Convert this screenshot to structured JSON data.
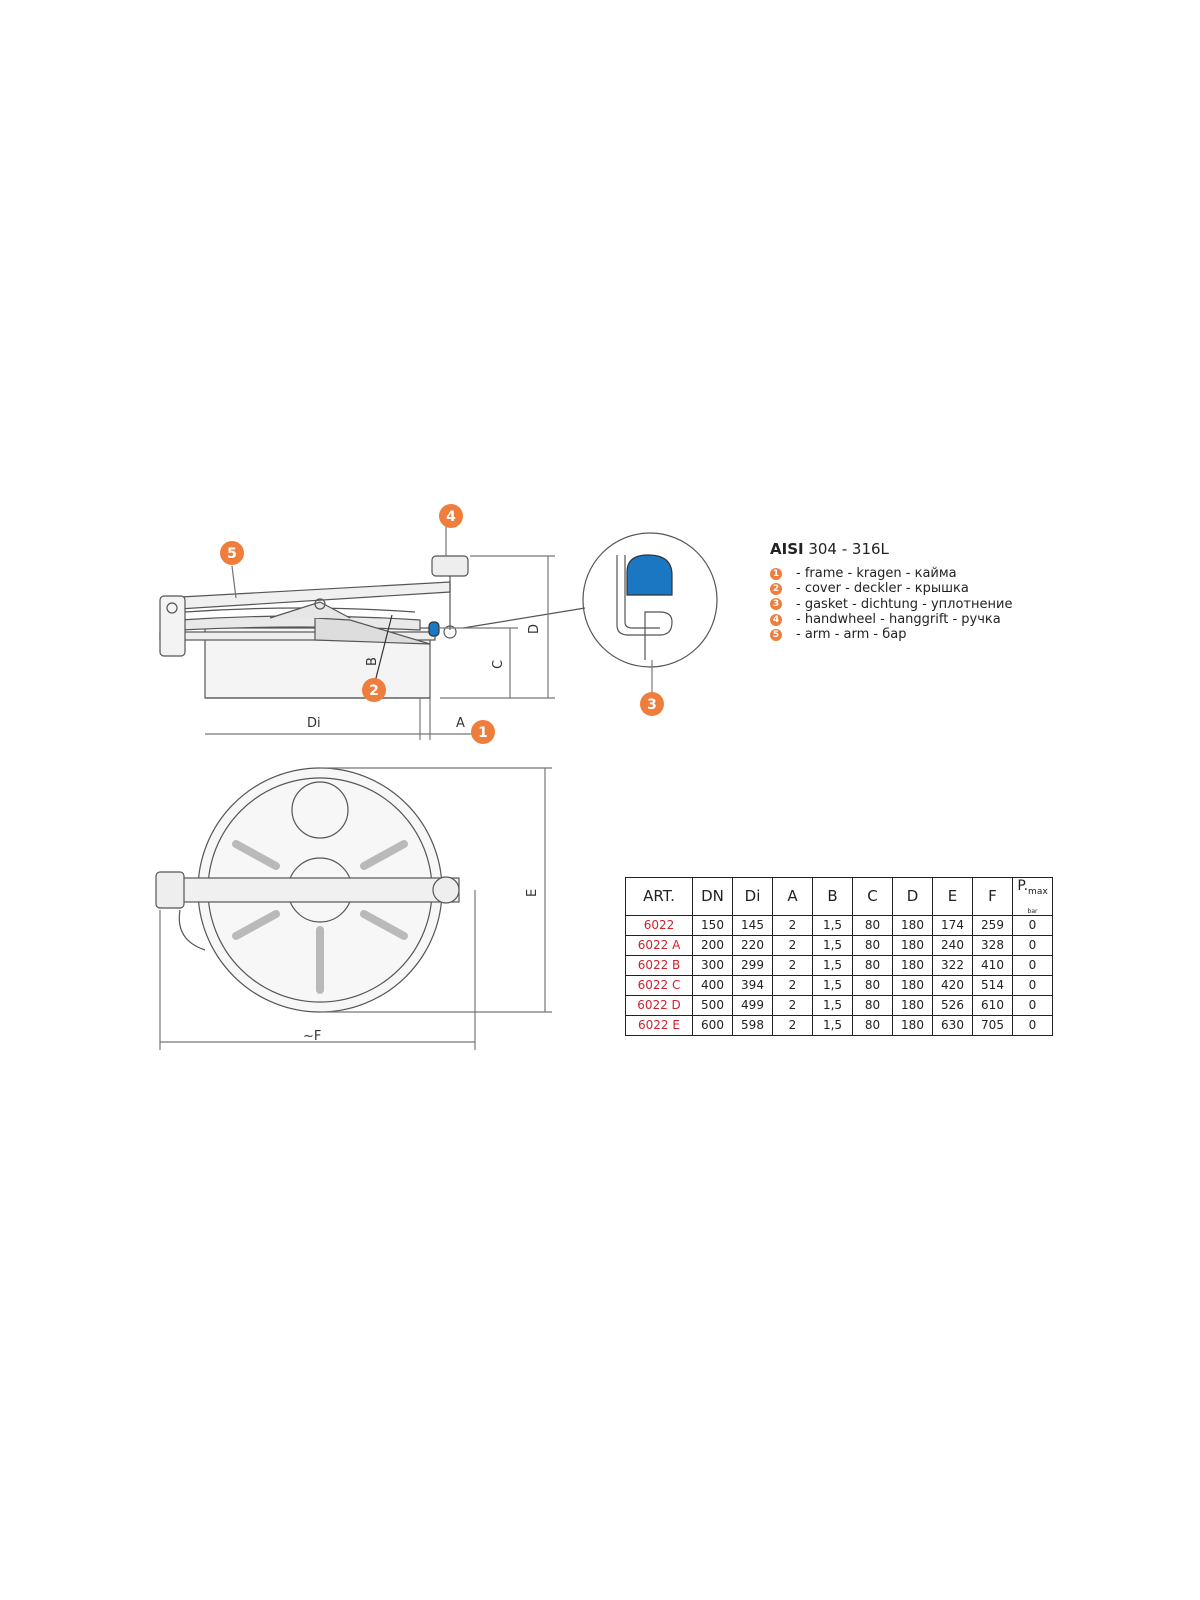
{
  "callouts": {
    "c1": "1",
    "c2": "2",
    "c3": "3",
    "c4": "4",
    "c5": "5"
  },
  "dimensions": {
    "di": "Di",
    "a": "A",
    "b": "B",
    "c": "C",
    "d": "D",
    "e": "E",
    "f": "~F"
  },
  "legend": {
    "title_bold": "AISI",
    "title_rest": " 304 - 316L",
    "items": [
      {
        "num": "1",
        "text": "- frame - kragen - кайма"
      },
      {
        "num": "2",
        "text": "- cover - deckler - крышка"
      },
      {
        "num": "3",
        "text": "- gasket - dichtung - уплотнение"
      },
      {
        "num": "4",
        "text": "- handwheel - hanggrift - ручка"
      },
      {
        "num": "5",
        "text": "- arm - arm - бар"
      }
    ]
  },
  "table": {
    "headers": [
      "ART.",
      "DN",
      "Di",
      "A",
      "B",
      "C",
      "D",
      "E",
      "F"
    ],
    "pmax": {
      "main": "P.",
      "sub": "max",
      "unit": "bar"
    },
    "rows": [
      [
        "6022",
        "150",
        "145",
        "2",
        "1,5",
        "80",
        "180",
        "174",
        "259",
        "0"
      ],
      [
        "6022 A",
        "200",
        "220",
        "2",
        "1,5",
        "80",
        "180",
        "240",
        "328",
        "0"
      ],
      [
        "6022 B",
        "300",
        "299",
        "2",
        "1,5",
        "80",
        "180",
        "322",
        "410",
        "0"
      ],
      [
        "6022 C",
        "400",
        "394",
        "2",
        "1,5",
        "80",
        "180",
        "420",
        "514",
        "0"
      ],
      [
        "6022 D",
        "500",
        "499",
        "2",
        "1,5",
        "80",
        "180",
        "526",
        "610",
        "0"
      ],
      [
        "6022 E",
        "600",
        "598",
        "2",
        "1,5",
        "80",
        "180",
        "630",
        "705",
        "0"
      ]
    ]
  },
  "colors": {
    "callout": "#ef7d3b",
    "gasket": "#1c77c3",
    "article": "#d0212c"
  }
}
